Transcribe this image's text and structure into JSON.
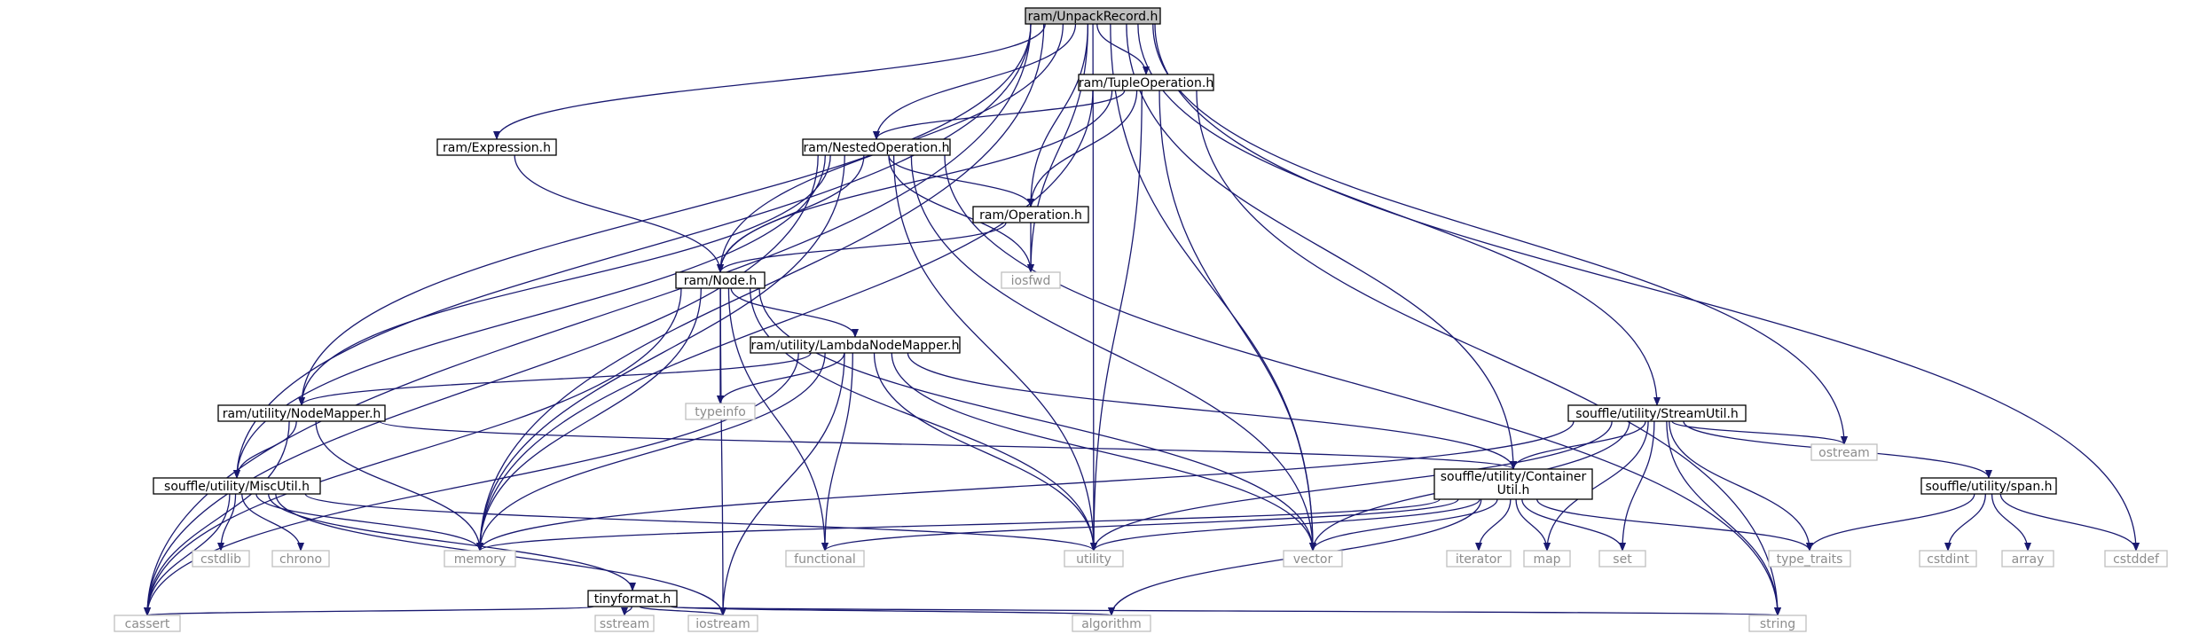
{
  "colors": {
    "edge": "#191970",
    "root_fill": "#bfbfbf",
    "header_border": "#000000",
    "system_border": "#bfbfbf",
    "system_text": "#8c8c8c"
  },
  "nodes": [
    {
      "id": "UnpackRecord",
      "label": [
        "ram/UnpackRecord.h"
      ],
      "kind": "root"
    },
    {
      "id": "TupleOperation",
      "label": [
        "ram/TupleOperation.h"
      ],
      "kind": "header"
    },
    {
      "id": "Expression",
      "label": [
        "ram/Expression.h"
      ],
      "kind": "header"
    },
    {
      "id": "NestedOperation",
      "label": [
        "ram/NestedOperation.h"
      ],
      "kind": "header"
    },
    {
      "id": "Operation",
      "label": [
        "ram/Operation.h"
      ],
      "kind": "header"
    },
    {
      "id": "iosfwd",
      "label": [
        "iosfwd"
      ],
      "kind": "system"
    },
    {
      "id": "Node",
      "label": [
        "ram/Node.h"
      ],
      "kind": "header"
    },
    {
      "id": "LambdaNodeMapper",
      "label": [
        "ram/utility/LambdaNodeMapper.h"
      ],
      "kind": "header"
    },
    {
      "id": "typeinfo",
      "label": [
        "typeinfo"
      ],
      "kind": "system"
    },
    {
      "id": "NodeMapper",
      "label": [
        "ram/utility/NodeMapper.h"
      ],
      "kind": "header"
    },
    {
      "id": "StreamUtil",
      "label": [
        "souffle/utility/StreamUtil.h"
      ],
      "kind": "header"
    },
    {
      "id": "ostream",
      "label": [
        "ostream"
      ],
      "kind": "system"
    },
    {
      "id": "ContainerUtil",
      "label": [
        "souffle/utility/Container",
        "Util.h"
      ],
      "kind": "header"
    },
    {
      "id": "span",
      "label": [
        "souffle/utility/span.h"
      ],
      "kind": "header"
    },
    {
      "id": "MiscUtil",
      "label": [
        "souffle/utility/MiscUtil.h"
      ],
      "kind": "header"
    },
    {
      "id": "cstdlib",
      "label": [
        "cstdlib"
      ],
      "kind": "system"
    },
    {
      "id": "chrono",
      "label": [
        "chrono"
      ],
      "kind": "system"
    },
    {
      "id": "memory",
      "label": [
        "memory"
      ],
      "kind": "system"
    },
    {
      "id": "functional",
      "label": [
        "functional"
      ],
      "kind": "system"
    },
    {
      "id": "utility",
      "label": [
        "utility"
      ],
      "kind": "system"
    },
    {
      "id": "vector",
      "label": [
        "vector"
      ],
      "kind": "system"
    },
    {
      "id": "iterator",
      "label": [
        "iterator"
      ],
      "kind": "system"
    },
    {
      "id": "map",
      "label": [
        "map"
      ],
      "kind": "system"
    },
    {
      "id": "set",
      "label": [
        "set"
      ],
      "kind": "system"
    },
    {
      "id": "type_traits",
      "label": [
        "type_traits"
      ],
      "kind": "system"
    },
    {
      "id": "cstdint",
      "label": [
        "cstdint"
      ],
      "kind": "system"
    },
    {
      "id": "array",
      "label": [
        "array"
      ],
      "kind": "system"
    },
    {
      "id": "cstddef",
      "label": [
        "cstddef"
      ],
      "kind": "system"
    },
    {
      "id": "tinyformat",
      "label": [
        "tinyformat.h"
      ],
      "kind": "header"
    },
    {
      "id": "cassert",
      "label": [
        "cassert"
      ],
      "kind": "system"
    },
    {
      "id": "sstream",
      "label": [
        "sstream"
      ],
      "kind": "system"
    },
    {
      "id": "iostream",
      "label": [
        "iostream"
      ],
      "kind": "system"
    },
    {
      "id": "algorithm",
      "label": [
        "algorithm"
      ],
      "kind": "system"
    },
    {
      "id": "string",
      "label": [
        "string"
      ],
      "kind": "system"
    }
  ],
  "edges": [
    [
      "UnpackRecord",
      "TupleOperation"
    ],
    [
      "UnpackRecord",
      "Expression"
    ],
    [
      "UnpackRecord",
      "NestedOperation"
    ],
    [
      "UnpackRecord",
      "Operation"
    ],
    [
      "UnpackRecord",
      "Node"
    ],
    [
      "UnpackRecord",
      "NodeMapper"
    ],
    [
      "UnpackRecord",
      "MiscUtil"
    ],
    [
      "UnpackRecord",
      "cassert"
    ],
    [
      "UnpackRecord",
      "memory"
    ],
    [
      "UnpackRecord",
      "iosfwd"
    ],
    [
      "UnpackRecord",
      "utility"
    ],
    [
      "UnpackRecord",
      "vector"
    ],
    [
      "UnpackRecord",
      "ContainerUtil"
    ],
    [
      "UnpackRecord",
      "StreamUtil"
    ],
    [
      "UnpackRecord",
      "ostream"
    ],
    [
      "UnpackRecord",
      "cstddef"
    ],
    [
      "TupleOperation",
      "NestedOperation"
    ],
    [
      "TupleOperation",
      "Operation"
    ],
    [
      "TupleOperation",
      "Node"
    ],
    [
      "TupleOperation",
      "memory"
    ],
    [
      "TupleOperation",
      "utility"
    ],
    [
      "TupleOperation",
      "vector"
    ],
    [
      "TupleOperation",
      "string"
    ],
    [
      "Expression",
      "Node"
    ],
    [
      "NestedOperation",
      "Operation"
    ],
    [
      "NestedOperation",
      "Node"
    ],
    [
      "NestedOperation",
      "NodeMapper"
    ],
    [
      "NestedOperation",
      "MiscUtil"
    ],
    [
      "NestedOperation",
      "cassert"
    ],
    [
      "NestedOperation",
      "memory"
    ],
    [
      "NestedOperation",
      "iosfwd"
    ],
    [
      "NestedOperation",
      "utility"
    ],
    [
      "NestedOperation",
      "vector"
    ],
    [
      "NestedOperation",
      "string"
    ],
    [
      "Operation",
      "Node"
    ],
    [
      "Operation",
      "iosfwd"
    ],
    [
      "Node",
      "LambdaNodeMapper"
    ],
    [
      "Node",
      "typeinfo"
    ],
    [
      "Node",
      "cassert"
    ],
    [
      "Node",
      "memory"
    ],
    [
      "Node",
      "functional"
    ],
    [
      "Node",
      "utility"
    ],
    [
      "Node",
      "vector"
    ],
    [
      "Node",
      "iostream"
    ],
    [
      "LambdaNodeMapper",
      "NodeMapper"
    ],
    [
      "LambdaNodeMapper",
      "typeinfo"
    ],
    [
      "LambdaNodeMapper",
      "ContainerUtil"
    ],
    [
      "LambdaNodeMapper",
      "memory"
    ],
    [
      "LambdaNodeMapper",
      "functional"
    ],
    [
      "LambdaNodeMapper",
      "utility"
    ],
    [
      "LambdaNodeMapper",
      "vector"
    ],
    [
      "LambdaNodeMapper",
      "cassert"
    ],
    [
      "LambdaNodeMapper",
      "iostream"
    ],
    [
      "NodeMapper",
      "MiscUtil"
    ],
    [
      "NodeMapper",
      "ContainerUtil"
    ],
    [
      "NodeMapper",
      "memory"
    ],
    [
      "NodeMapper",
      "cassert"
    ],
    [
      "StreamUtil",
      "ContainerUtil"
    ],
    [
      "StreamUtil",
      "span"
    ],
    [
      "StreamUtil",
      "ostream"
    ],
    [
      "StreamUtil",
      "memory"
    ],
    [
      "StreamUtil",
      "utility"
    ],
    [
      "StreamUtil",
      "vector"
    ],
    [
      "StreamUtil",
      "map"
    ],
    [
      "StreamUtil",
      "set"
    ],
    [
      "StreamUtil",
      "type_traits"
    ],
    [
      "StreamUtil",
      "string"
    ],
    [
      "ContainerUtil",
      "memory"
    ],
    [
      "ContainerUtil",
      "functional"
    ],
    [
      "ContainerUtil",
      "utility"
    ],
    [
      "ContainerUtil",
      "vector"
    ],
    [
      "ContainerUtil",
      "iterator"
    ],
    [
      "ContainerUtil",
      "map"
    ],
    [
      "ContainerUtil",
      "set"
    ],
    [
      "ContainerUtil",
      "type_traits"
    ],
    [
      "ContainerUtil",
      "algorithm"
    ],
    [
      "span",
      "type_traits"
    ],
    [
      "span",
      "cstdint"
    ],
    [
      "span",
      "array"
    ],
    [
      "span",
      "cstddef"
    ],
    [
      "MiscUtil",
      "cstdlib"
    ],
    [
      "MiscUtil",
      "chrono"
    ],
    [
      "MiscUtil",
      "memory"
    ],
    [
      "MiscUtil",
      "tinyformat"
    ],
    [
      "MiscUtil",
      "utility"
    ],
    [
      "MiscUtil",
      "cassert"
    ],
    [
      "MiscUtil",
      "iostream"
    ],
    [
      "tinyformat",
      "cassert"
    ],
    [
      "tinyformat",
      "sstream"
    ],
    [
      "tinyformat",
      "iostream"
    ],
    [
      "tinyformat",
      "algorithm"
    ],
    [
      "tinyformat",
      "string"
    ]
  ]
}
